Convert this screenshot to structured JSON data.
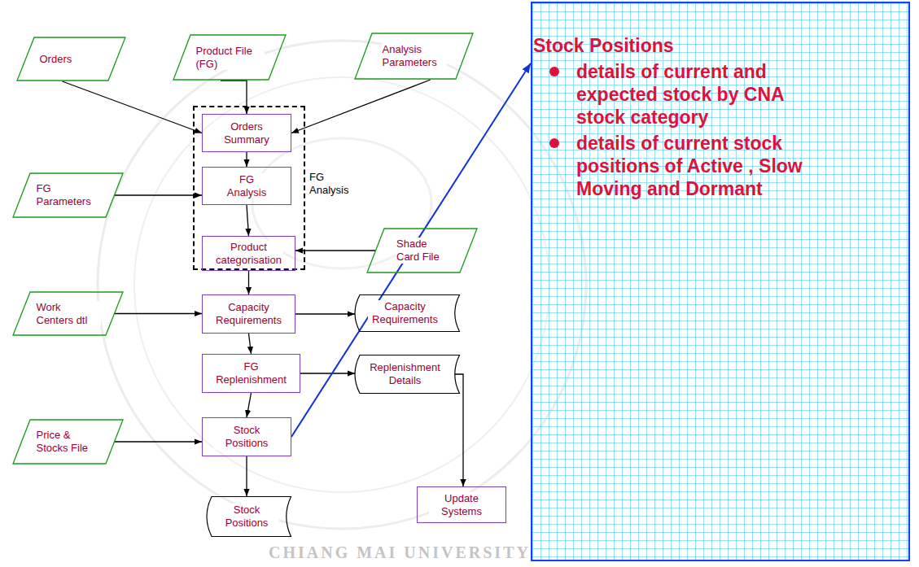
{
  "diagram": {
    "nodes": [
      {
        "text": [
          "Orders"
        ]
      },
      {
        "text": [
          "Product File (FG)"
        ]
      },
      {
        "text": [
          "Analysis Parameters"
        ]
      },
      {
        "text": [
          "FG Analysis"
        ]
      },
      {
        "text": [
          "Orders Summary"
        ],
        "in": 3
      },
      {
        "text": [
          "FG Parameters"
        ]
      },
      {
        "text": [
          "FG Analysis"
        ],
        "in": 3
      },
      {
        "text": [
          "Shade Card File"
        ]
      },
      {
        "text": [
          "Product categorisation"
        ],
        "in": 3
      },
      {
        "text": [
          "Work Centers dtl"
        ]
      },
      {
        "text": [
          "Capacity Requirements"
        ]
      },
      {
        "text": [
          "Capacity Requirements"
        ]
      },
      {
        "text": [
          "FG Replenishment"
        ]
      },
      {
        "text": [
          "Replenishment Details"
        ]
      },
      {
        "text": [
          "Price & Stocks File"
        ]
      },
      {
        "text": [
          "Stock Positions"
        ]
      },
      {
        "text": [
          "Stock Positions"
        ]
      },
      {
        "text": [
          "Update Systems"
        ]
      },
      {
        "text": [
          "Stock Positions",
          "details of current and expected stock by CNA stock category",
          "details of current stock positions of Active , Slow Moving and Dormant"
        ]
      }
    ],
    "edges": [
      {
        "from": 0,
        "to": 4,
        "arrow": "to"
      },
      {
        "from": 1,
        "to": 4,
        "arrow": "to"
      },
      {
        "from": 2,
        "to": 4,
        "arrow": "to"
      },
      {
        "from": 4,
        "to": 6,
        "arrow": "to"
      },
      {
        "from": 5,
        "to": 6,
        "arrow": "to"
      },
      {
        "from": 6,
        "to": 8,
        "arrow": "to"
      },
      {
        "from": 7,
        "to": 8,
        "arrow": "to"
      },
      {
        "from": 8,
        "to": 10,
        "arrow": "to"
      },
      {
        "from": 9,
        "to": 10,
        "arrow": "to"
      },
      {
        "from": 10,
        "to": 11,
        "arrow": "to"
      },
      {
        "from": 10,
        "to": 12,
        "arrow": "to"
      },
      {
        "from": 12,
        "to": 13,
        "arrow": "to"
      },
      {
        "from": 13,
        "to": 17,
        "arrow": "to"
      },
      {
        "from": 12,
        "to": 15,
        "arrow": "to"
      },
      {
        "from": 14,
        "to": 15,
        "arrow": "to"
      },
      {
        "from": 15,
        "to": 16,
        "arrow": "to"
      },
      {
        "from": 15,
        "to": 18,
        "arrow": "to"
      }
    ],
    "labels": [
      "CHIANG MAI UNIVERSITY"
    ]
  }
}
